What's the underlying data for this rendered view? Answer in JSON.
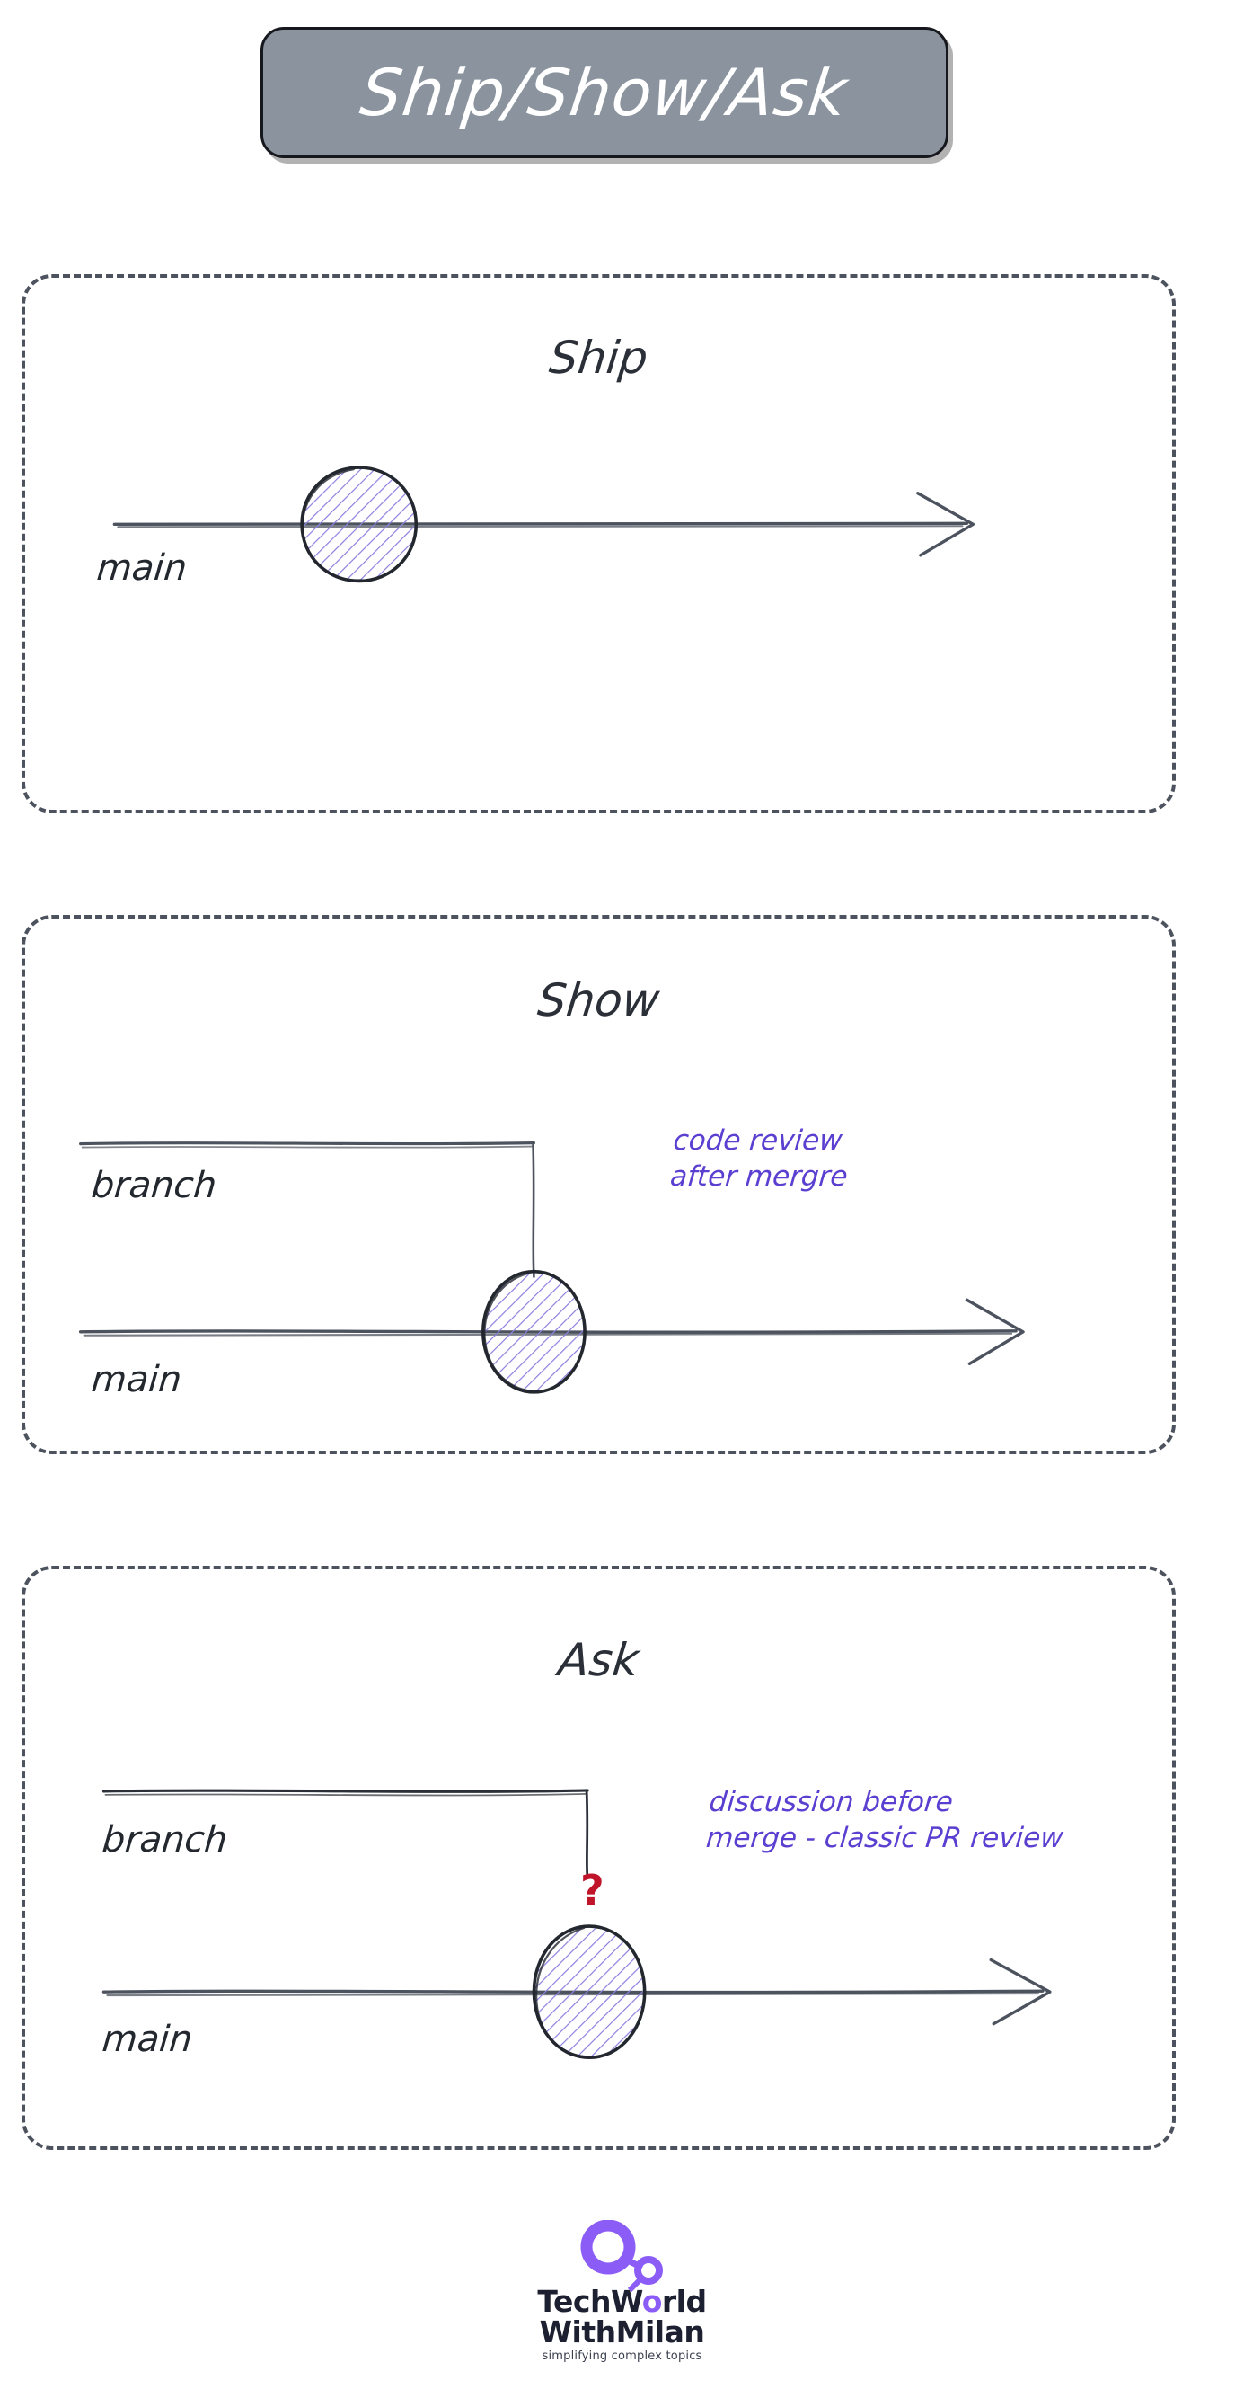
{
  "title": {
    "text": "Ship/Show/Ask",
    "banner_color": "#8b949e",
    "text_color": "#ffffff"
  },
  "colors": {
    "ink": "#2b3038",
    "note_purple": "#5b3fd1",
    "hatch_purple": "#8b7ee0",
    "question_red": "#c0142a",
    "panel_border": "#4d535e",
    "logo_accent": "#8b5cf6"
  },
  "panels": [
    {
      "id": "ship",
      "title": "Ship",
      "main_label": "main",
      "branch_label": null,
      "note_lines": [],
      "has_question_mark": false,
      "has_branch_line": false
    },
    {
      "id": "show",
      "title": "Show",
      "main_label": "main",
      "branch_label": "branch",
      "note_lines": [
        "code review",
        "after mergre"
      ],
      "has_question_mark": false,
      "has_branch_line": true
    },
    {
      "id": "ask",
      "title": "Ask",
      "main_label": "main",
      "branch_label": "branch",
      "note_lines": [
        "discussion before",
        "merge - classic PR review"
      ],
      "has_question_mark": true,
      "question_mark": "?",
      "has_branch_line": true
    }
  ],
  "footer": {
    "brand_line1_a": "TechW",
    "brand_line1_b": "rld",
    "brand_line2": "WithMilan",
    "tagline": "simplifying complex topics"
  }
}
